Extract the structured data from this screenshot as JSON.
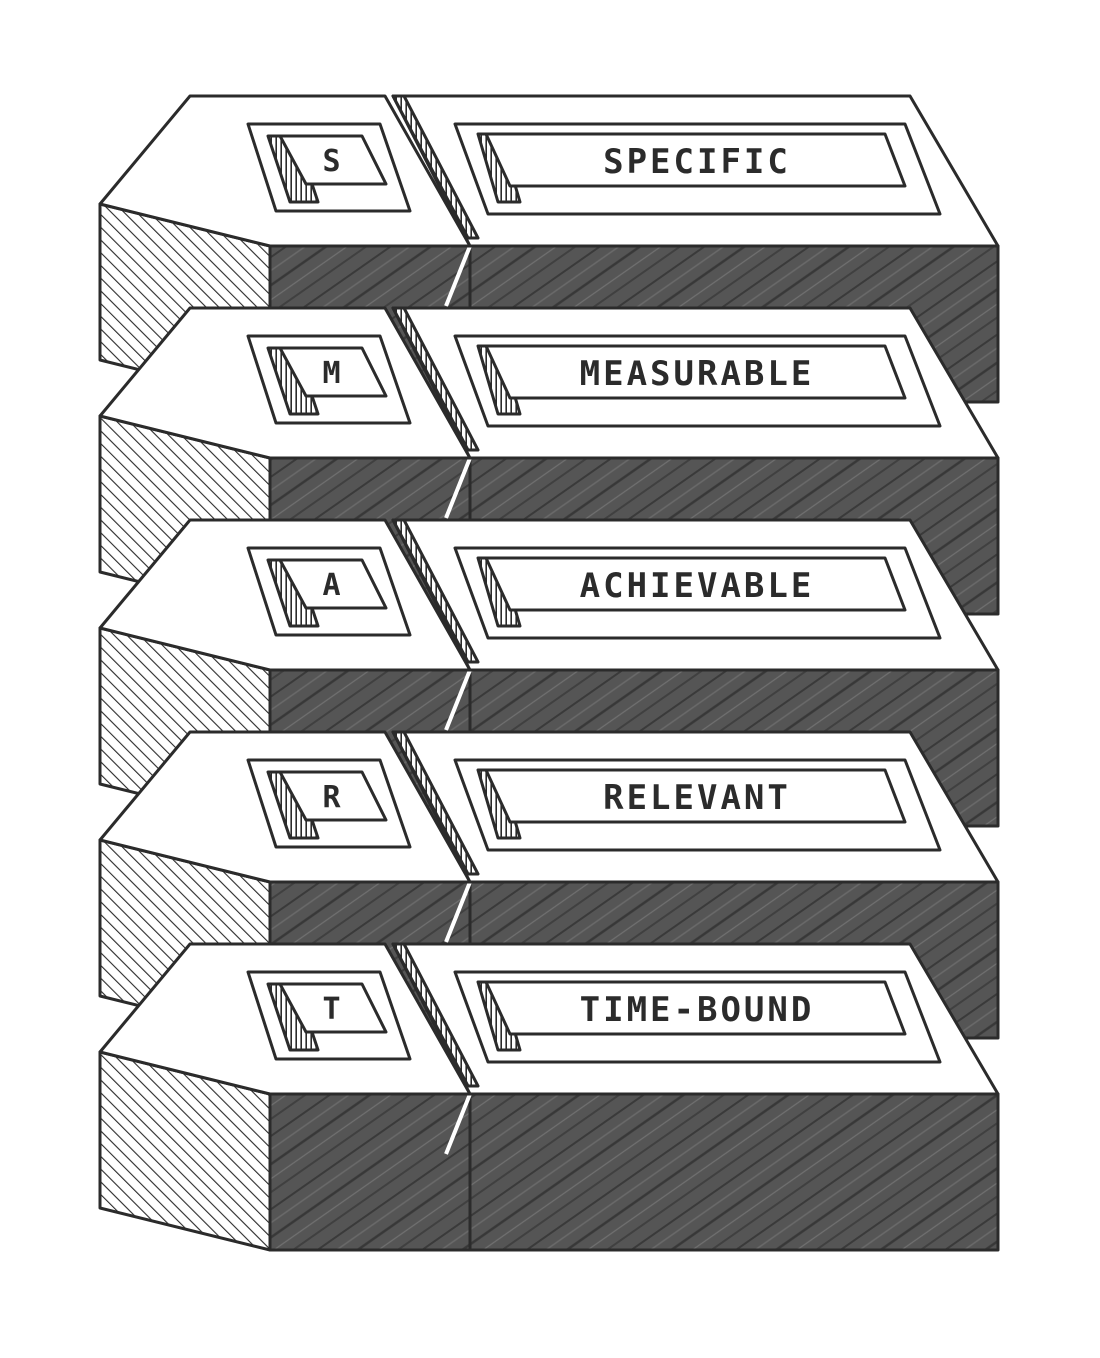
{
  "colors": {
    "ink": "#2b2b2b",
    "paper": "#ffffff",
    "shade": "#5a5a5a"
  },
  "blocks": [
    {
      "letter": "S",
      "label": "SPECIFIC"
    },
    {
      "letter": "M",
      "label": "MEASURABLE"
    },
    {
      "letter": "A",
      "label": "ACHIEVABLE"
    },
    {
      "letter": "R",
      "label": "RELEVANT"
    },
    {
      "letter": "T",
      "label": "TIME-BOUND"
    }
  ]
}
